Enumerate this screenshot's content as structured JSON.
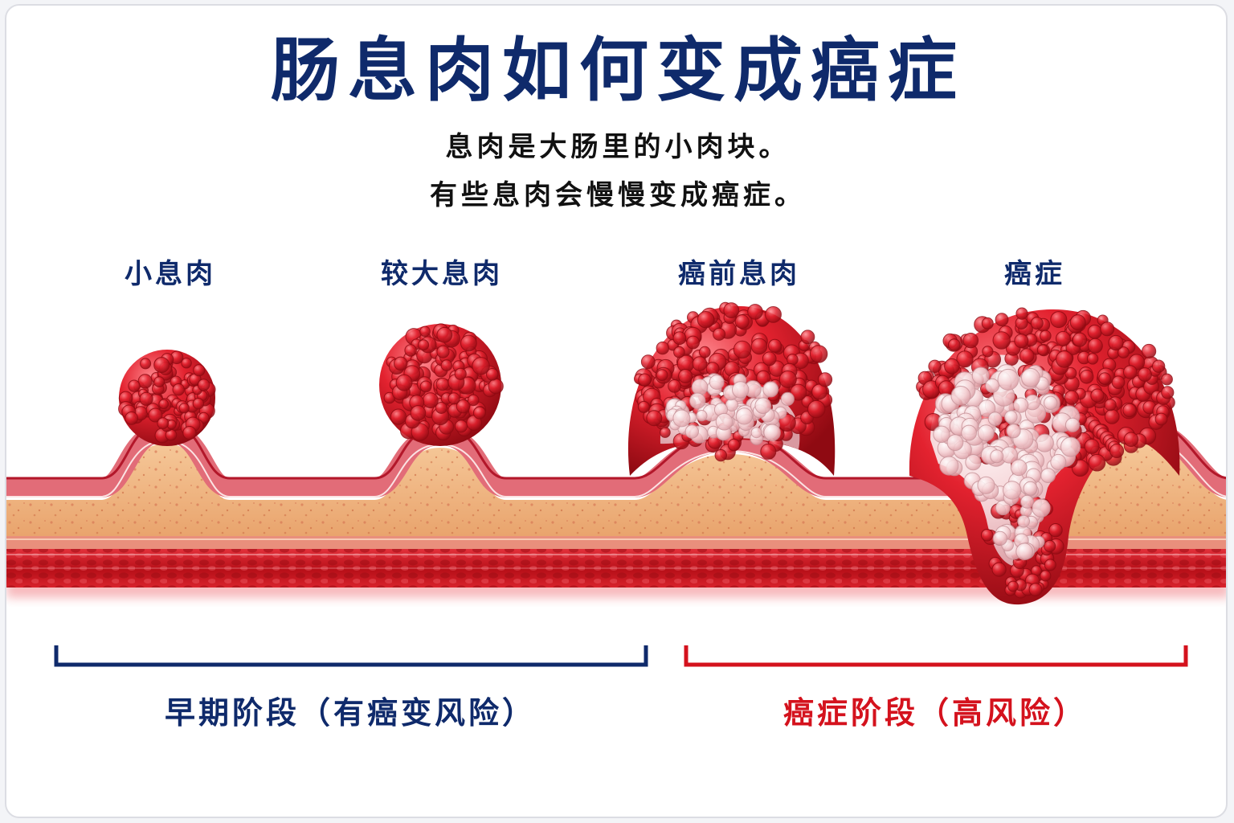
{
  "title": "肠息肉如何变成癌症",
  "subtitle": [
    "息肉是大肠里的小肉块。",
    "有些息肉会慢慢变成癌症。"
  ],
  "stages": [
    {
      "label": "小息肉"
    },
    {
      "label": "较大息肉"
    },
    {
      "label": "癌前息肉"
    },
    {
      "label": "癌症"
    }
  ],
  "phases": {
    "early": "早期阶段（有癌变风险）",
    "cancer": "癌症阶段（高风险）"
  },
  "colors": {
    "title": "#0f2a6b",
    "early_bracket": "#0f2a6b",
    "cancer_bracket": "#d4121d",
    "polyp": "#d91a2a",
    "tissue": "#efb47e",
    "muscle": "#c8141d",
    "mucosa": "#e0707b"
  }
}
